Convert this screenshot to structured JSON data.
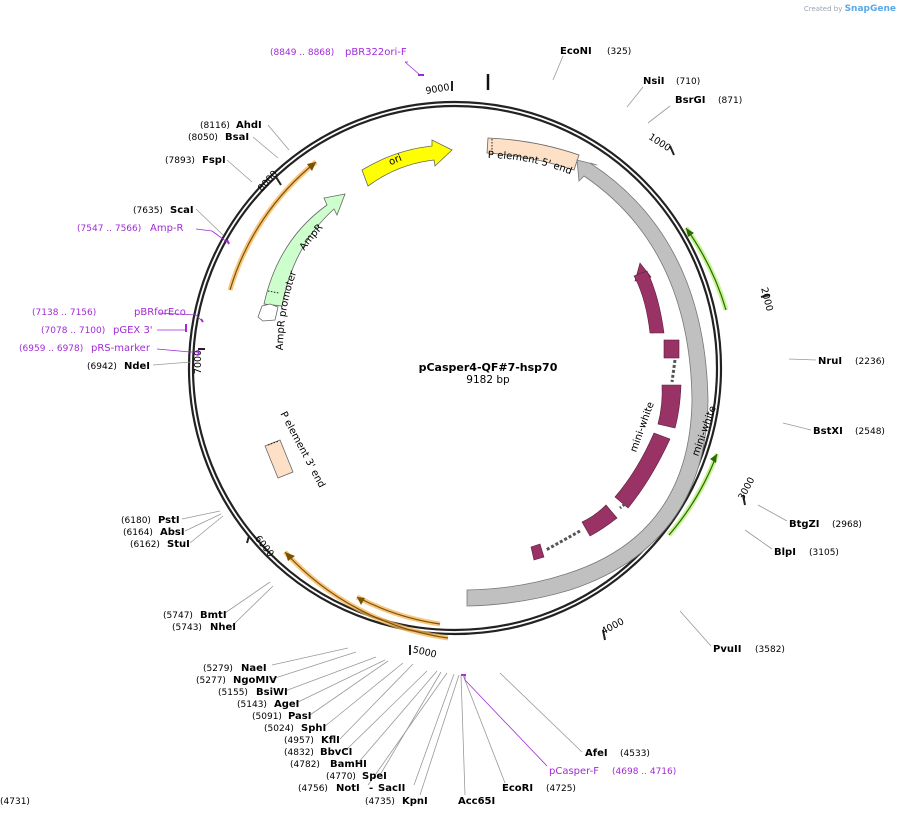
{
  "header": {
    "created_by": "Created by",
    "brand": "SnapGene"
  },
  "plasmid": {
    "name": "pCasper4-QF#7-hsp70",
    "length_label": "9182 bp",
    "length": 9182
  },
  "ticks": [
    "1000",
    "2000",
    "3000",
    "4000",
    "5000",
    "6000",
    "7000",
    "8000",
    "9000"
  ],
  "features": [
    {
      "label": "ori",
      "color": "#ffff00"
    },
    {
      "label": "P element 5' end",
      "color": "#fde0c5"
    },
    {
      "label": "AmpR",
      "color": "#ccffcc"
    },
    {
      "label": "AmpR promoter",
      "color": "#ffffff"
    },
    {
      "label": "mini-white",
      "color": "#c0c0c0"
    },
    {
      "label": "mini-white",
      "color": "#993366"
    },
    {
      "label": "P element 3' end",
      "color": "#fde0c5"
    }
  ],
  "enzymes": [
    {
      "name": "EcoNI",
      "pos": "(325)"
    },
    {
      "name": "NsiI",
      "pos": "(710)"
    },
    {
      "name": "BsrGI",
      "pos": "(871)"
    },
    {
      "name": "NruI",
      "pos": "(2236)"
    },
    {
      "name": "BstXI",
      "pos": "(2548)"
    },
    {
      "name": "BtgZI",
      "pos": "(2968)"
    },
    {
      "name": "BlpI",
      "pos": "(3105)"
    },
    {
      "name": "PvuII",
      "pos": "(3582)"
    },
    {
      "name": "AfeI",
      "pos": "(4533)"
    },
    {
      "name": "EcoRI",
      "pos": "(4725)"
    },
    {
      "name": "Acc65I",
      "pos": "(4731)"
    },
    {
      "name": "KpnI",
      "pos": "(4735)"
    },
    {
      "name": "SacII",
      "pos": ""
    },
    {
      "name": "NotI",
      "pos": "(4756)"
    },
    {
      "name": "SpeI",
      "pos": "(4770)"
    },
    {
      "name": "BamHI",
      "pos": "(4782)"
    },
    {
      "name": "BbvCI",
      "pos": "(4832)"
    },
    {
      "name": "KflI",
      "pos": "(4957)"
    },
    {
      "name": "SphI",
      "pos": "(5024)"
    },
    {
      "name": "PasI",
      "pos": "(5091)"
    },
    {
      "name": "AgeI",
      "pos": "(5143)"
    },
    {
      "name": "BsiWI",
      "pos": "(5155)"
    },
    {
      "name": "NgoMIV",
      "pos": "(5277)"
    },
    {
      "name": "NaeI",
      "pos": "(5279)"
    },
    {
      "name": "NheI",
      "pos": "(5743)"
    },
    {
      "name": "BmtI",
      "pos": "(5747)"
    },
    {
      "name": "StuI",
      "pos": "(6162)"
    },
    {
      "name": "AbsI",
      "pos": "(6164)"
    },
    {
      "name": "PstI",
      "pos": "(6180)"
    },
    {
      "name": "NdeI",
      "pos": "(6942)"
    },
    {
      "name": "ScaI",
      "pos": "(7635)"
    },
    {
      "name": "FspI",
      "pos": "(7893)"
    },
    {
      "name": "BsaI",
      "pos": "(8050)"
    },
    {
      "name": "AhdI",
      "pos": "(8116)"
    }
  ],
  "primers": [
    {
      "name": "pBR322ori-F",
      "pos": "(8849 .. 8868)"
    },
    {
      "name": "Amp-R",
      "pos": "(7547 .. 7566)"
    },
    {
      "name": "pBRforEco",
      "pos": "(7138 .. 7156)"
    },
    {
      "name": "pGEX 3'",
      "pos": "(7078 .. 7100)"
    },
    {
      "name": "pRS-marker",
      "pos": "(6959 .. 6978)"
    },
    {
      "name": "pCasper-F",
      "pos": "(4698 .. 4716)"
    }
  ],
  "colors": {
    "backbone": "#222222",
    "primer": "#a12ad6",
    "orange_glow": "#f5b356",
    "green_glow": "#b9f07a",
    "leader": "#999999"
  }
}
